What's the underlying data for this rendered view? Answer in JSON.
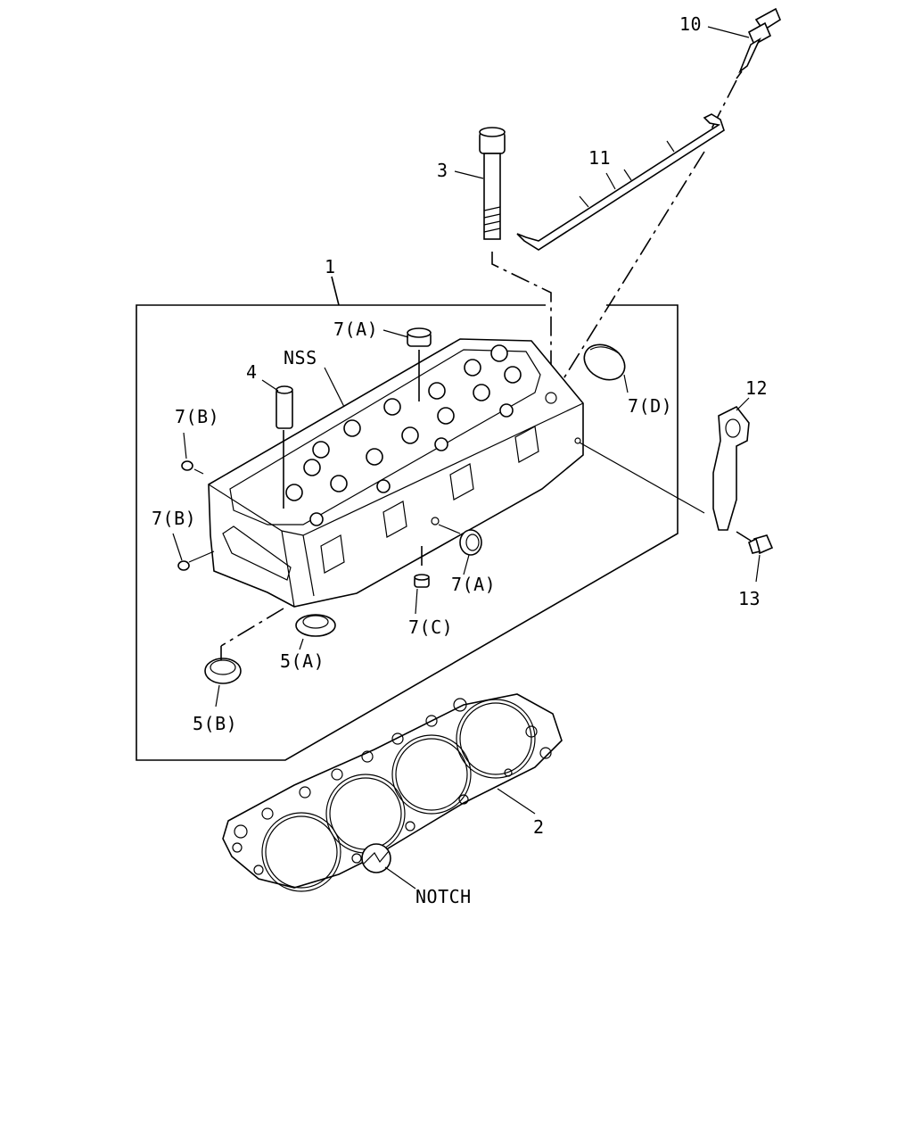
{
  "labels": {
    "p1": "1",
    "p2": "2",
    "p3": "3",
    "p4": "4",
    "p5a": "5(A)",
    "p5b": "5(B)",
    "p7a_top": "7(A)",
    "p7a_side": "7(A)",
    "p7b_upper": "7(B)",
    "p7b_lower": "7(B)",
    "p7c": "7(C)",
    "p7d": "7(D)",
    "p10": "10",
    "p11": "11",
    "p12": "12",
    "p13": "13",
    "nss": "NSS",
    "notch": "NOTCH"
  }
}
